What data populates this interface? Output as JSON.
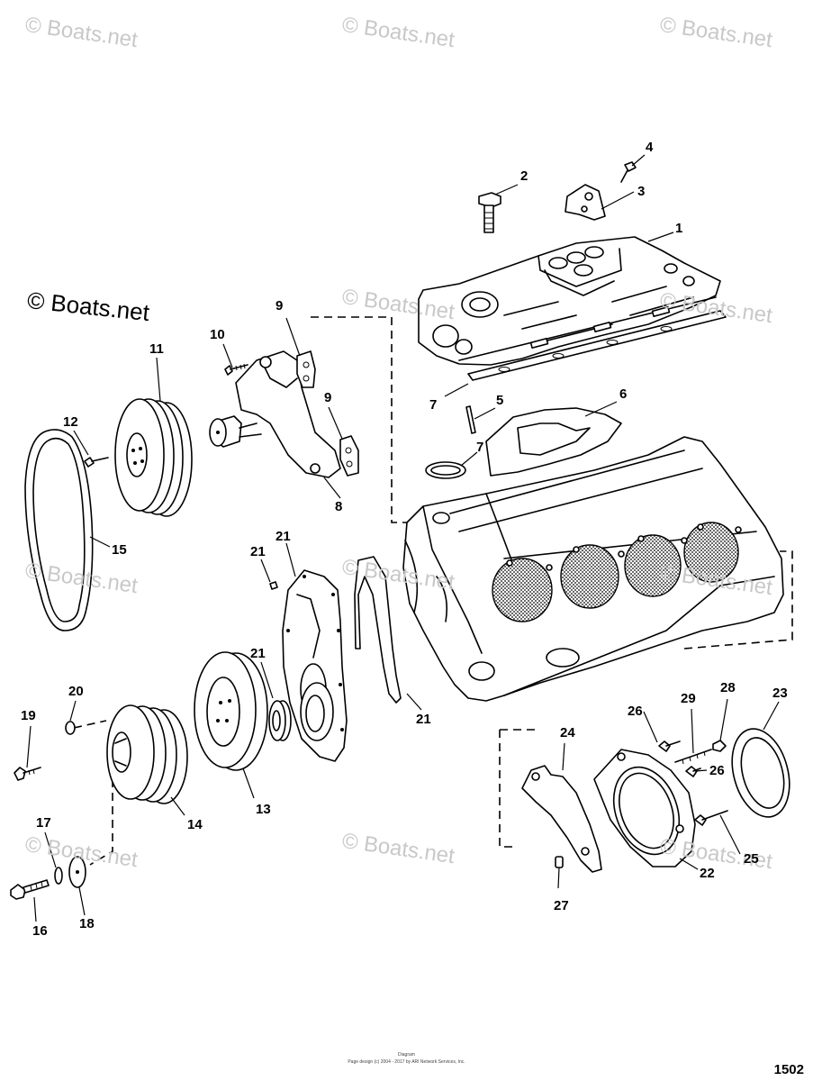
{
  "watermarks": [
    {
      "text": "© Boats.net"
    },
    {
      "text": "© Boats.net"
    },
    {
      "text": "© Boats.net"
    },
    {
      "text": "© Boats.net"
    },
    {
      "text": "© Boats.net"
    },
    {
      "text": "© Boats.net"
    },
    {
      "text": "© Boats.net"
    },
    {
      "text": "© Boats.net"
    },
    {
      "text": "© Boats.net"
    },
    {
      "text": "© Boats.net"
    },
    {
      "text": "© Boats.net"
    },
    {
      "text": "© Boats.net"
    }
  ],
  "callouts": [
    "1",
    "2",
    "3",
    "4",
    "5",
    "6",
    "7",
    "7",
    "8",
    "9",
    "9",
    "10",
    "11",
    "12",
    "13",
    "14",
    "15",
    "16",
    "17",
    "18",
    "19",
    "20",
    "21",
    "21",
    "21",
    "21",
    "22",
    "23",
    "24",
    "25",
    "26",
    "26",
    "27",
    "28",
    "29"
  ],
  "footer": {
    "line1": "Diagram",
    "line2": "Page design (c) 2004 - 2017 by ARI Network Services, Inc."
  },
  "figure_number": "1502"
}
